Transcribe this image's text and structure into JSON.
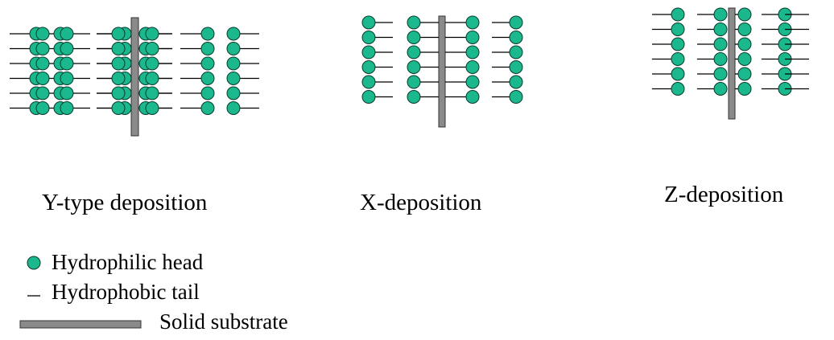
{
  "colors": {
    "head_fill": "#1bb88e",
    "head_stroke": "#0b3b2e",
    "tail": "#000000",
    "substrate_fill": "#8a8a8a",
    "substrate_stroke": "#333333"
  },
  "diagrams": [
    {
      "label": "Y-type deposition"
    },
    {
      "label": "X-deposition"
    },
    {
      "label": "Z-deposition"
    }
  ],
  "legend": {
    "head": "Hydrophilic head",
    "tail": "Hydrophobic tail",
    "substrate": "Solid substrate"
  }
}
